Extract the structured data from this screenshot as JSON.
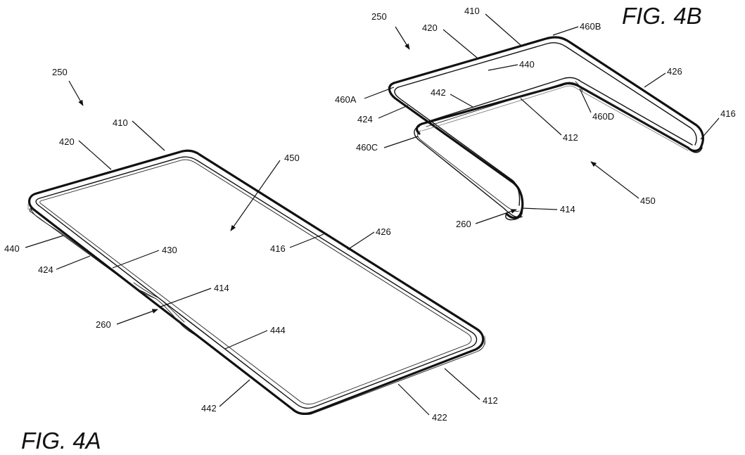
{
  "figures": {
    "fig_4a": {
      "title": "FIG. 4A"
    },
    "fig_4b": {
      "title": "FIG. 4B"
    }
  },
  "labels_4a": {
    "l250": "250",
    "l410": "410",
    "l420": "420",
    "l450": "450",
    "l440": "440",
    "l424": "424",
    "l430": "430",
    "l416": "416",
    "l426": "426",
    "l414": "414",
    "l260": "260",
    "l444": "444",
    "l442": "442",
    "l422": "422",
    "l412": "412"
  },
  "labels_4b": {
    "l250": "250",
    "l420": "420",
    "l410": "410",
    "l460b": "460B",
    "l440": "440",
    "l426": "426",
    "l460a": "460A",
    "l442": "442",
    "l424": "424",
    "l460d": "460D",
    "l416": "416",
    "l412": "412",
    "l460c": "460C",
    "l450": "450",
    "l414": "414",
    "l260": "260"
  }
}
